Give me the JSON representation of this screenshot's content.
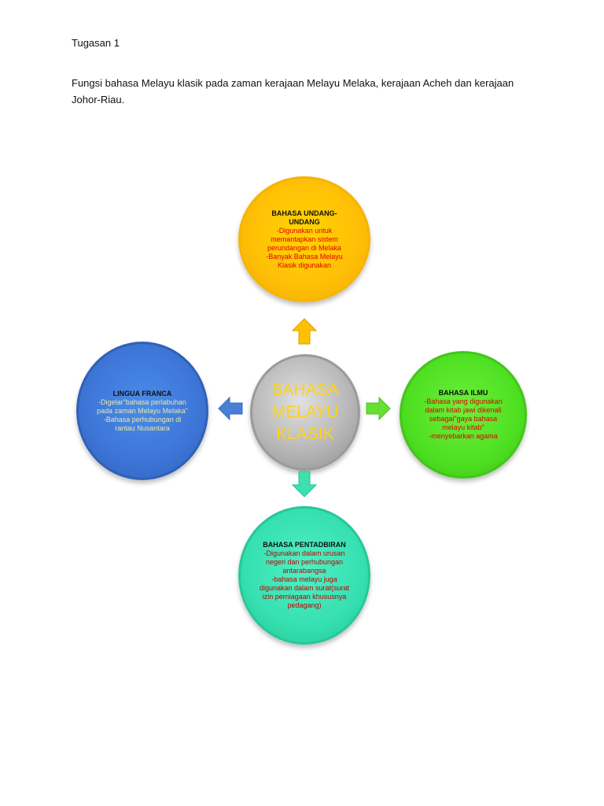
{
  "document": {
    "heading": "Tugasan 1",
    "intro": "Fungsi bahasa Melayu klasik pada zaman kerajaan Melayu Melaka, kerajaan Acheh dan kerajaan Johor-Riau."
  },
  "diagram": {
    "center": {
      "line1": "BAHASA",
      "line2": "MELAYU",
      "line3": "KLASIK"
    },
    "top": {
      "title": "BAHASA UNDANG-UNDANG",
      "lines": [
        "-Digunakan untuk memantapkan sistem perundangan di Melaka",
        "-Banyak Bahasa Melayu Klasik digunakan"
      ]
    },
    "left": {
      "title": "LINGUA FRANCA",
      "lines": [
        "-Digelar\"bahasa perlabuhan pada zaman Melayu Melaka\"",
        "-Bahasa perhubungan  di rantau Nusantara"
      ]
    },
    "right": {
      "title": "BAHASA ILMU",
      "lines": [
        "-Bahasa yang digunakan dalam kitab jawi dikenali sebagai\"gaya bahasa melayu kitab\"",
        "-menyebarkan agama"
      ]
    },
    "bottom": {
      "title": "BAHASA PENTADBIRAN",
      "lines": [
        "-Digunakan dalam urusan negeri dan perhubungan antarabangsa",
        "-bahasa melayu juga digunakan dalam surat(surat izin perniagaan khususnya pedagang)"
      ]
    },
    "colors": {
      "top": "#ffc107",
      "left": "#3d75d6",
      "right": "#4fe022",
      "bottom": "#36e0b0",
      "center": "#b8b8b8",
      "arrow_up": "#ffc000",
      "arrow_left": "#4a7fd8",
      "arrow_right": "#66e033",
      "arrow_down": "#3ee0b0"
    }
  }
}
